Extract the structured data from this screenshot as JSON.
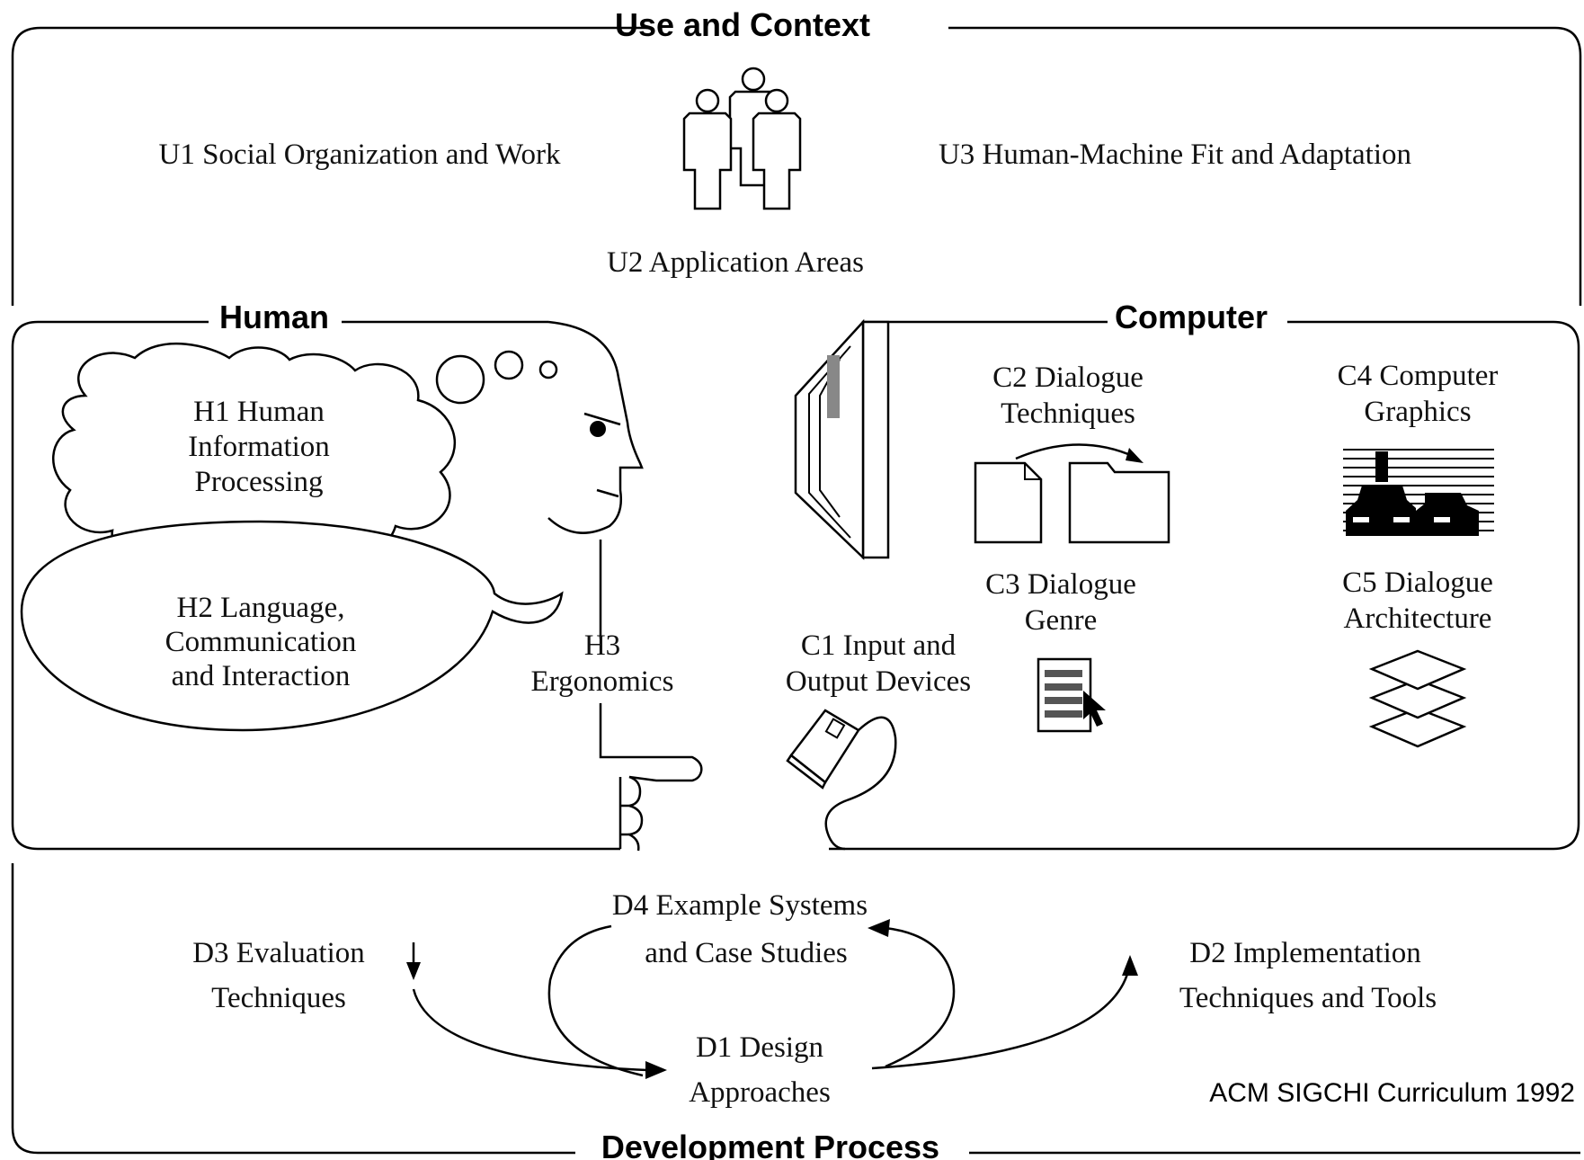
{
  "sections": {
    "use_context": "Use and Context",
    "human": "Human",
    "computer": "Computer",
    "development": "Development Process"
  },
  "nodes": {
    "u1": [
      "U1 Social Organization and Work"
    ],
    "u2": [
      "U2 Application Areas"
    ],
    "u3": [
      "U3 Human-Machine Fit and Adaptation"
    ],
    "h1": [
      "H1 Human",
      "Information",
      "Processing"
    ],
    "h2": [
      "H2 Language,",
      "Communication",
      "and Interaction"
    ],
    "h3": [
      "H3",
      "Ergonomics"
    ],
    "c1": [
      "C1 Input and",
      "Output Devices"
    ],
    "c2": [
      "C2 Dialogue",
      "Techniques"
    ],
    "c3": [
      "C3 Dialogue",
      "Genre"
    ],
    "c4": [
      "C4 Computer",
      "Graphics"
    ],
    "c5": [
      "C5 Dialogue",
      "Architecture"
    ],
    "d1": [
      "D1 Design",
      "Approaches"
    ],
    "d2": [
      "D2 Implementation",
      "Techniques and Tools"
    ],
    "d3": [
      "D3 Evaluation",
      "Techniques"
    ],
    "d4": [
      "D4 Example Systems",
      "and Case Studies"
    ]
  },
  "credit": "ACM SIGCHI Curriculum 1992",
  "icons": {
    "people": "people-group-icon",
    "head": "human-head-profile-icon",
    "monitor": "computer-monitor-icon",
    "documents": "document-to-folder-icon",
    "graphics": "computer-graphics-icon",
    "genre": "document-cursor-icon",
    "layers": "layered-architecture-icon",
    "mouse": "mouse-device-icon",
    "hand": "pointing-hand-icon"
  }
}
